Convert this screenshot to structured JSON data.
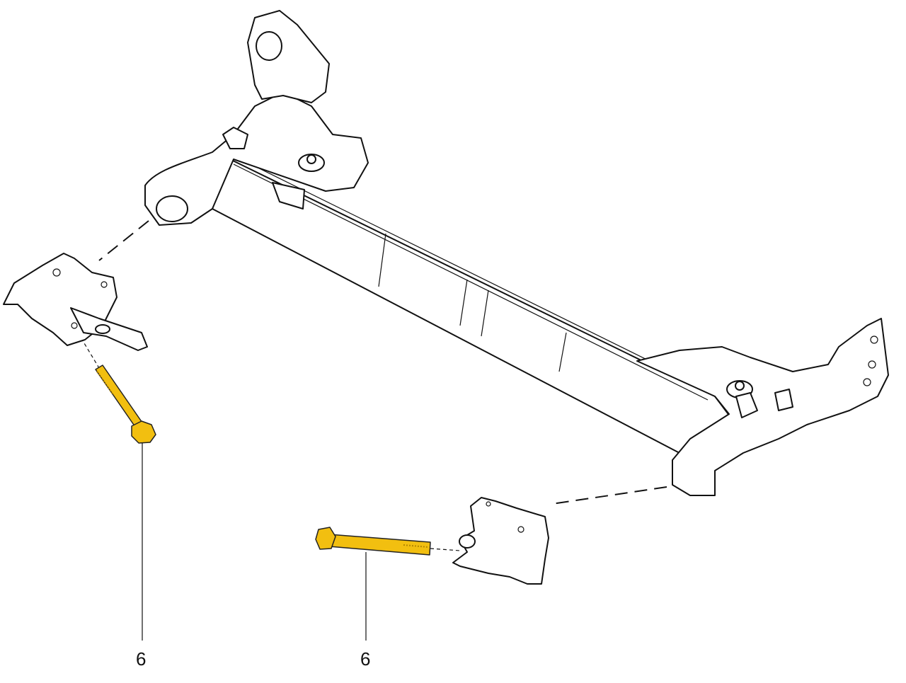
{
  "diagram": {
    "callouts": [
      {
        "id": "left-bolt",
        "label": "6"
      },
      {
        "id": "right-bolt",
        "label": "6"
      }
    ],
    "colors": {
      "bolt": "#f2bf10",
      "line": "#111111",
      "background": "#ffffff"
    }
  }
}
